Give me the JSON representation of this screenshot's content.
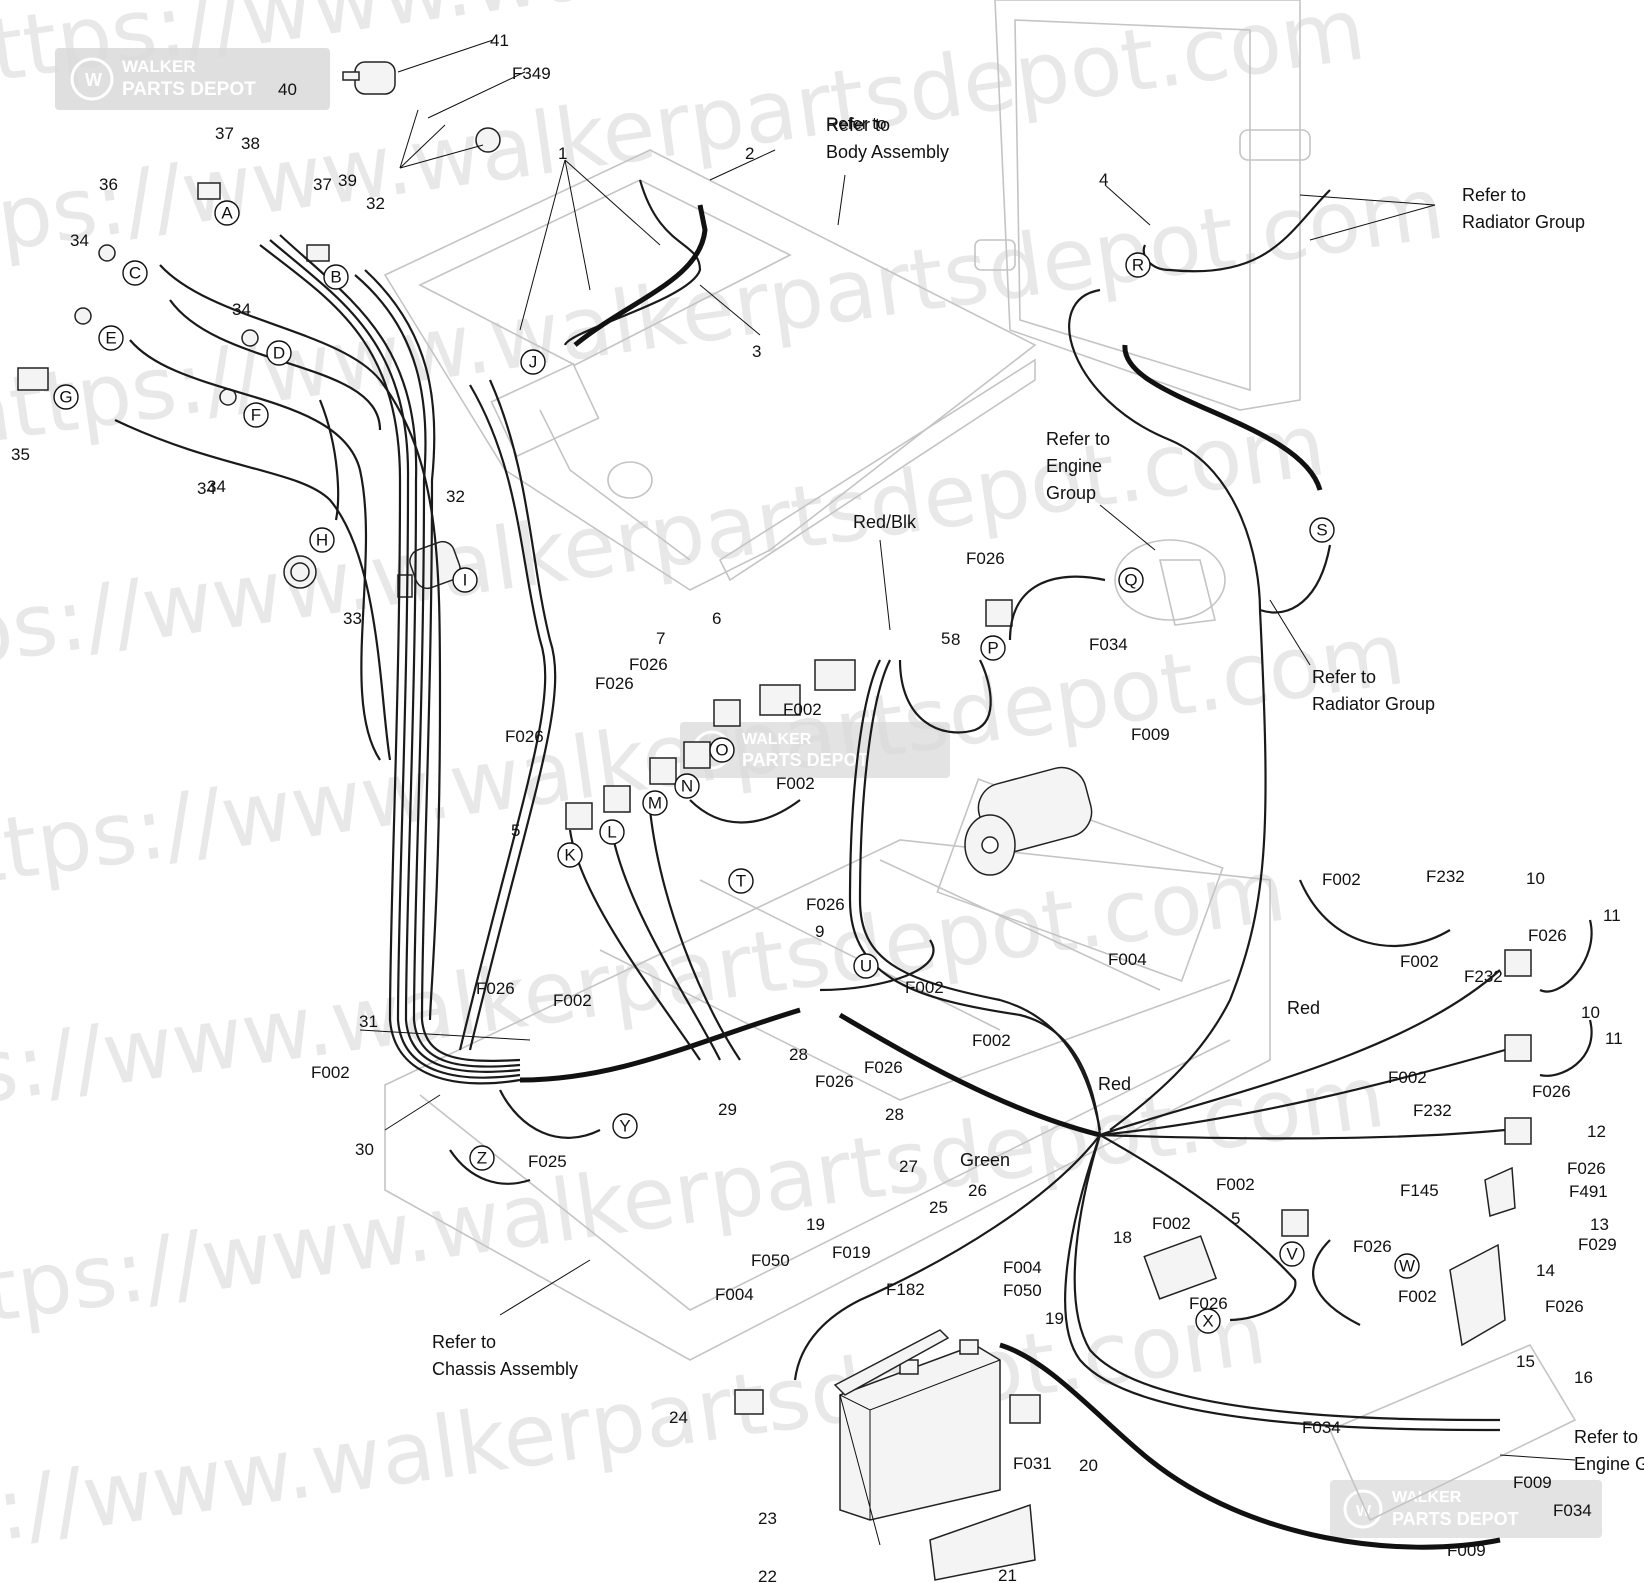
{
  "watermark": {
    "text": "https://www.walkerpartsdepot.com"
  },
  "logos": [
    {
      "line1": "WALKER",
      "line2": "PARTS DEPOT"
    },
    {
      "line1": "WALKER",
      "line2": "PARTS DEPOT"
    },
    {
      "line1": "WALKER",
      "line2": "PARTS DEPOT"
    }
  ],
  "refer_notes": [
    {
      "id": "body",
      "lines": [
        "Refer to",
        "Body Assembly"
      ]
    },
    {
      "id": "radiator1",
      "lines": [
        "Refer to",
        "Radiator Group"
      ]
    },
    {
      "id": "engine1",
      "lines": [
        "Refer to",
        "Engine",
        "Group"
      ]
    },
    {
      "id": "radiator2",
      "lines": [
        "Refer to",
        "Radiator Group"
      ]
    },
    {
      "id": "chassis",
      "lines": [
        "Refer to",
        "Chassis Assembly"
      ]
    },
    {
      "id": "engine2",
      "lines": [
        "Refer to",
        "Engine Gro"
      ]
    }
  ],
  "wire_labels": [
    "Red/Blk",
    "Red",
    "Red",
    "Green"
  ],
  "callouts": [
    "A",
    "B",
    "C",
    "D",
    "E",
    "F",
    "G",
    "H",
    "I",
    "J",
    "K",
    "L",
    "M",
    "N",
    "O",
    "P",
    "Q",
    "R",
    "S",
    "T",
    "U",
    "V",
    "W",
    "X",
    "Y",
    "Z"
  ],
  "part_numbers": [
    "41",
    "40",
    "F349",
    "37",
    "38",
    "36",
    "34",
    "37",
    "39",
    "1",
    "2",
    "32",
    "34",
    "34",
    "35",
    "34",
    "32",
    "33",
    "Refer to",
    "3",
    "4",
    "6",
    "7",
    "F026",
    "F026",
    "F026",
    "5",
    "8",
    "5",
    "F026",
    "F002",
    "F002",
    "F034",
    "F009",
    "9",
    "F026",
    "F002",
    "31",
    "F026",
    "F002",
    "F002",
    "30",
    "F025",
    "29",
    "28",
    "F026",
    "F026",
    "28",
    "F002",
    "27",
    "26",
    "F004",
    "F002",
    "F232",
    "10",
    "F026",
    "11",
    "F002",
    "F232",
    "10",
    "11",
    "F002",
    "F232",
    "F026",
    "12",
    "F026",
    "F491",
    "13",
    "F145",
    "F029",
    "14",
    "F002",
    "5",
    "F026",
    "F002",
    "18",
    "F026",
    "F002",
    "15",
    "F026",
    "25",
    "19",
    "F019",
    "F050",
    "F004",
    "F182",
    "F004",
    "F050",
    "19",
    "24",
    "23",
    "F031",
    "20",
    "22",
    "21",
    "16",
    "F034",
    "F009",
    "F034",
    "F009"
  ]
}
